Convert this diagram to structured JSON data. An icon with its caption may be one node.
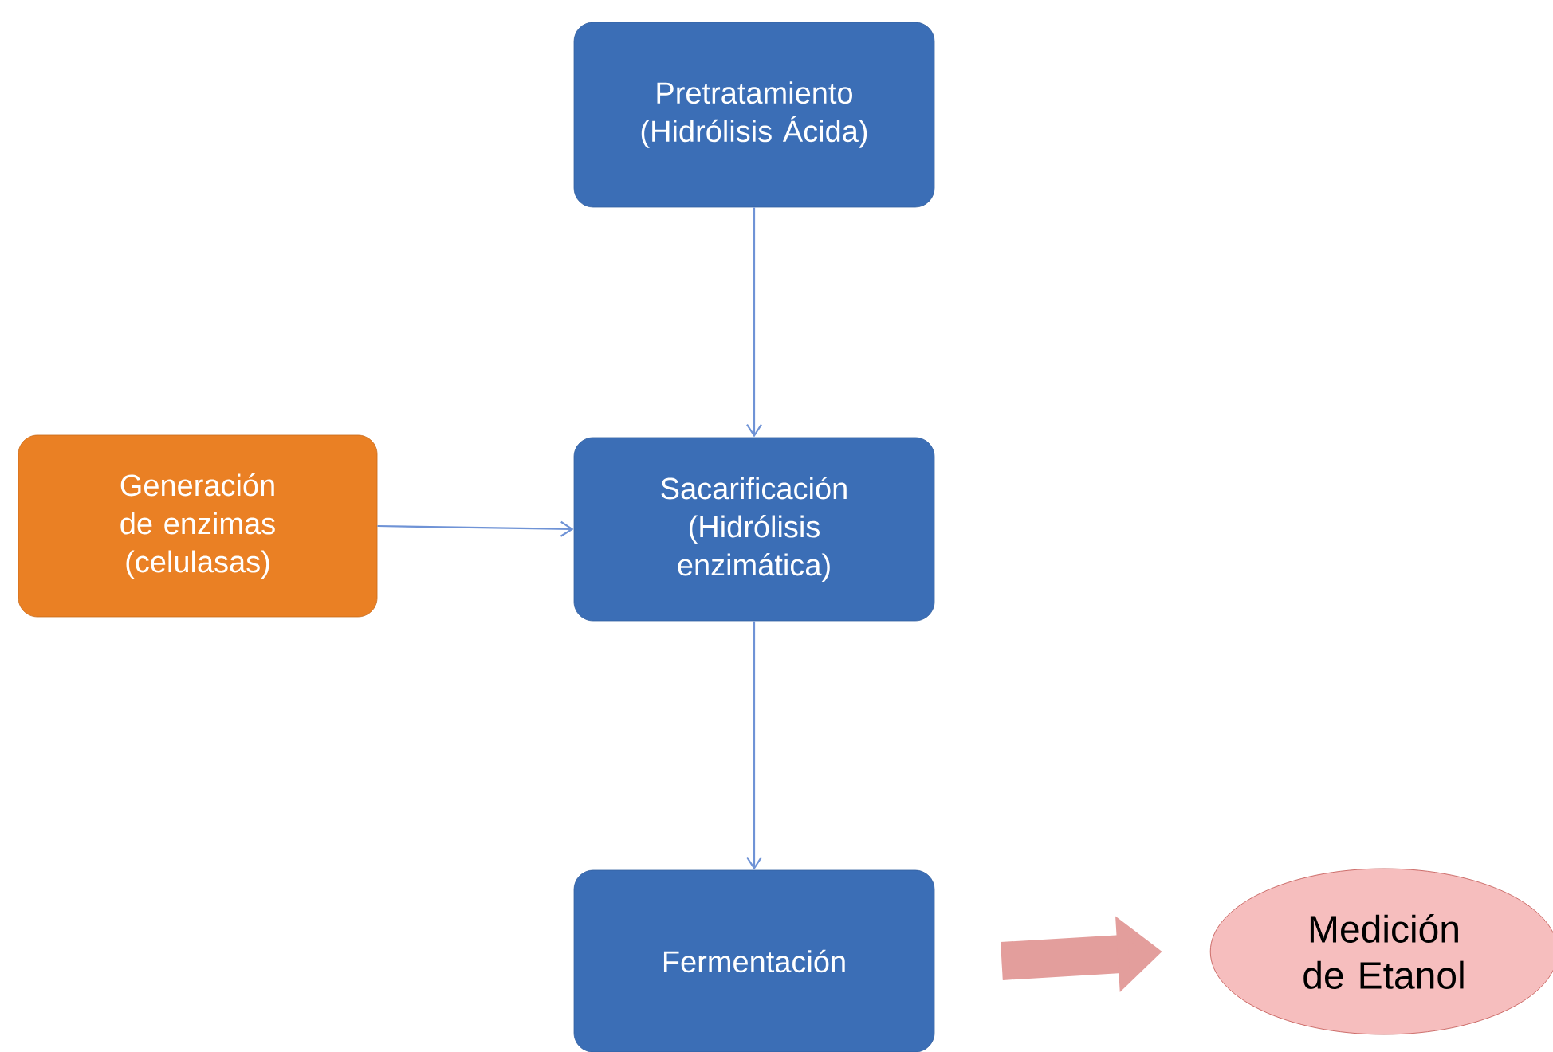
{
  "diagram": {
    "nodes": [
      {
        "text": [
          "Pretratamiento (Hidrólisis Ácida)"
        ]
      },
      {
        "text": [
          "Generación de enzimas (celulasas)"
        ]
      },
      {
        "text": [
          "Sacarificación (Hidrólisis enzimática)"
        ]
      },
      {
        "text": [
          "Fermentación"
        ]
      },
      {
        "text": [
          "Medición de Etanol"
        ]
      }
    ],
    "edges": [
      {
        "from": 0,
        "to": 2,
        "arrow": "to"
      },
      {
        "from": 1,
        "to": 2,
        "arrow": "to"
      },
      {
        "from": 2,
        "to": 3,
        "arrow": "to"
      },
      {
        "from": 3,
        "to": 4,
        "arrow": "to",
        "style": "thick",
        "color": "#e39e9c"
      }
    ]
  }
}
